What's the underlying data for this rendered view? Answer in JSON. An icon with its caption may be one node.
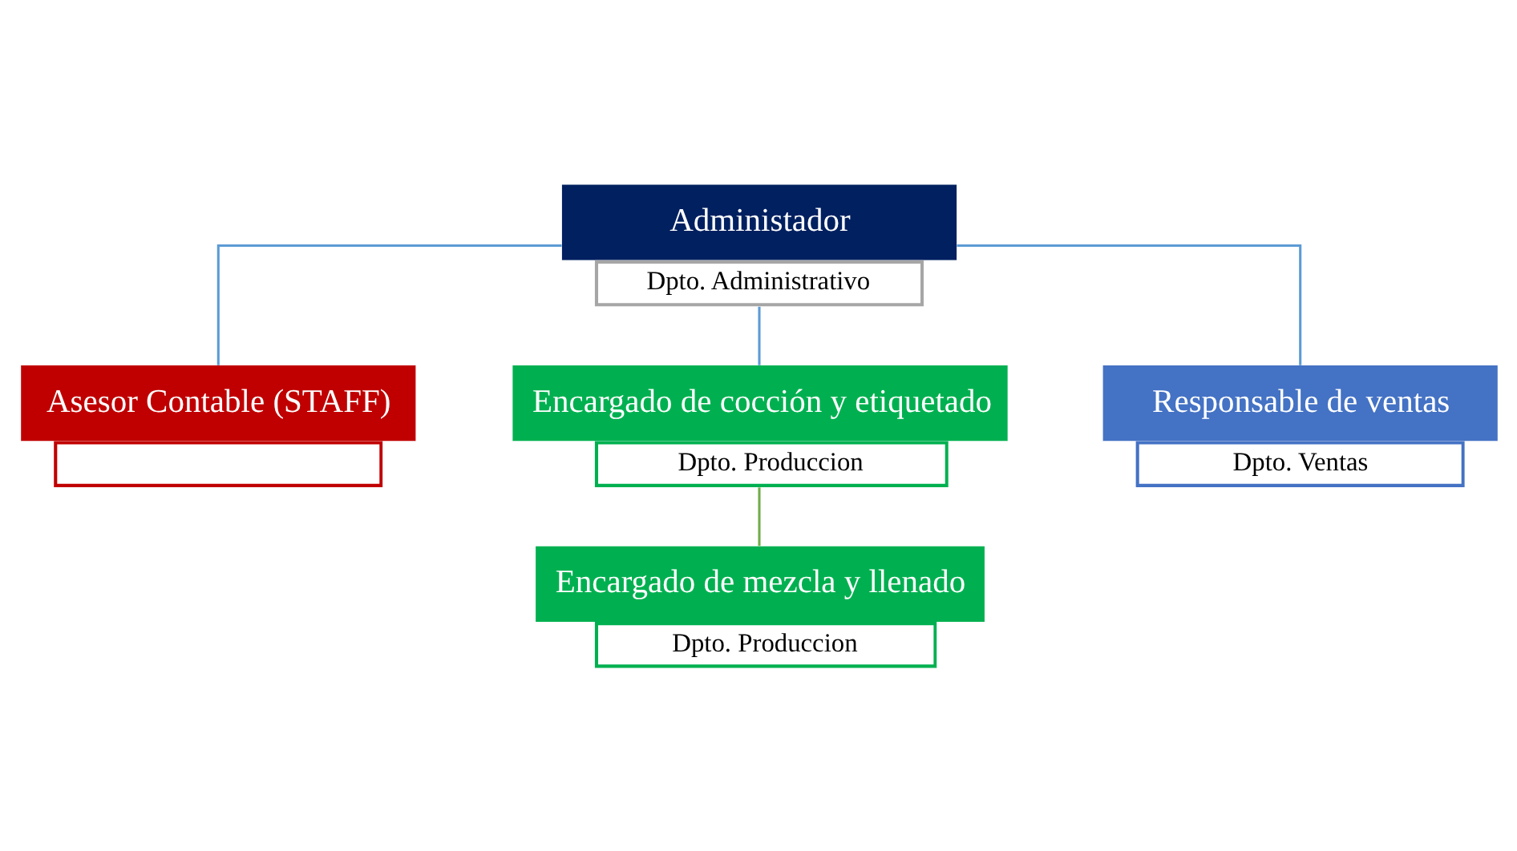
{
  "diagram": {
    "nodes": [
      {
        "text": [
          "Administador",
          "Dpto. Administrativo"
        ]
      },
      {
        "text": [
          "Asesor Contable (STAFF)"
        ]
      },
      {
        "text": [
          "Encargado de cocción y etiquetado",
          "Dpto. Produccion"
        ]
      },
      {
        "text": [
          "Responsable de ventas",
          "Dpto. Ventas"
        ]
      },
      {
        "text": [
          "Encargado de mezcla y llenado",
          "Dpto. Produccion"
        ]
      }
    ],
    "edges": [
      {
        "from": 0,
        "to": 1,
        "arrow": "none"
      },
      {
        "from": 0,
        "to": 2,
        "arrow": "none"
      },
      {
        "from": 0,
        "to": 3,
        "arrow": "none"
      },
      {
        "from": 2,
        "to": 4,
        "arrow": "none",
        "color": "#70ad47"
      }
    ]
  }
}
